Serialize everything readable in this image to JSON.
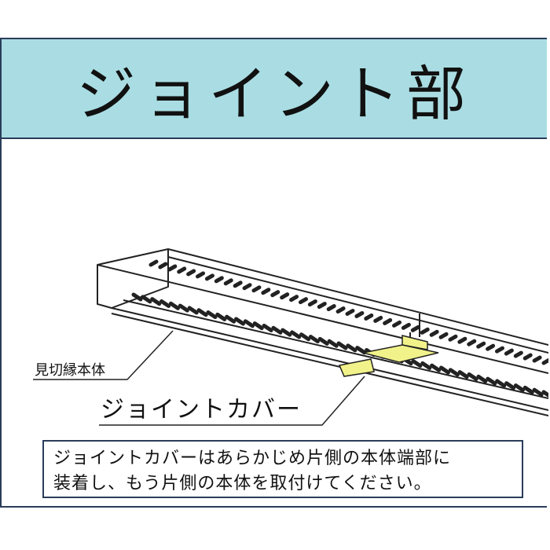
{
  "title": "ジョイント部",
  "labels": {
    "body": "見切縁本体",
    "cover": "ジョイントカバー"
  },
  "note": {
    "line1": "ジョイントカバーはあらかじめ片側の本体端部に",
    "line2": "装着し、もう片側の本体を取付けてください。"
  },
  "colors": {
    "header_bg": "#a9dde3",
    "border": "#2a3d5a",
    "cover_fill": "#f1f28a",
    "line": "#222222"
  }
}
